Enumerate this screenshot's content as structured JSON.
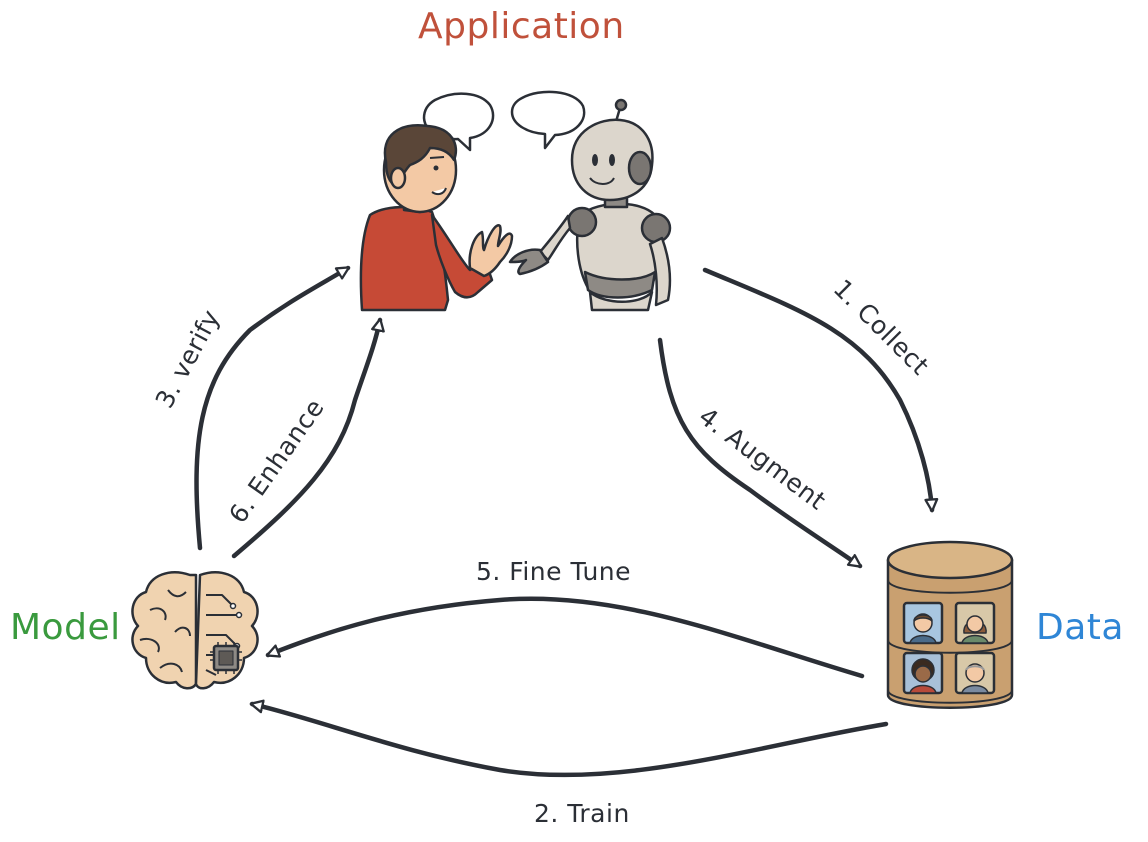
{
  "nodes": {
    "application": {
      "label": "Application",
      "color": "#c0513b"
    },
    "model": {
      "label": "Model",
      "color": "#3a9a3e"
    },
    "data": {
      "label": "Data",
      "color": "#2f86d6"
    }
  },
  "edges": {
    "collect": "1. Collect",
    "train": "2. Train",
    "verify": "3. verify",
    "augment": "4. Augment",
    "fine_tune": "5. Fine Tune",
    "enhance": "6. Enhance"
  },
  "colors": {
    "arrow": "#2b2f36",
    "shirt": "#c64a36",
    "robot": "#dcd6cc",
    "brain": "#f0d3b0",
    "cylinder": "#c9a070"
  },
  "icons": [
    "person-icon",
    "robot-icon",
    "speech-bubble-icon",
    "brain-chip-icon",
    "database-icon",
    "face-icon"
  ]
}
